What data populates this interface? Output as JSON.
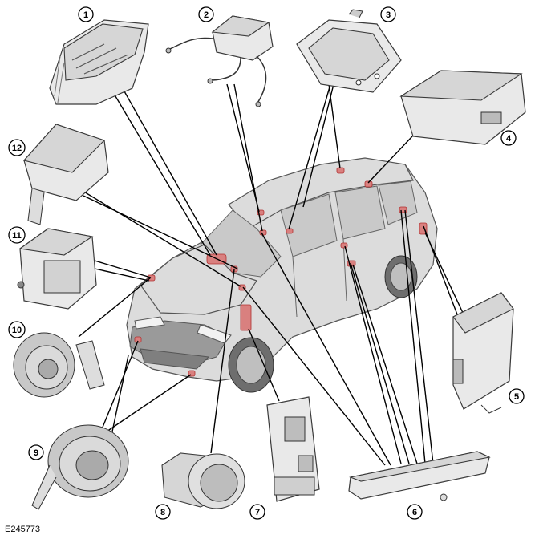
{
  "callouts": [
    "1",
    "2",
    "3",
    "4",
    "5",
    "6",
    "7",
    "8",
    "9",
    "10",
    "11",
    "12"
  ],
  "reference_code": "E245773",
  "colors": {
    "marker": "#d9807f",
    "line": "#000000",
    "part": "#e9e9e9"
  }
}
